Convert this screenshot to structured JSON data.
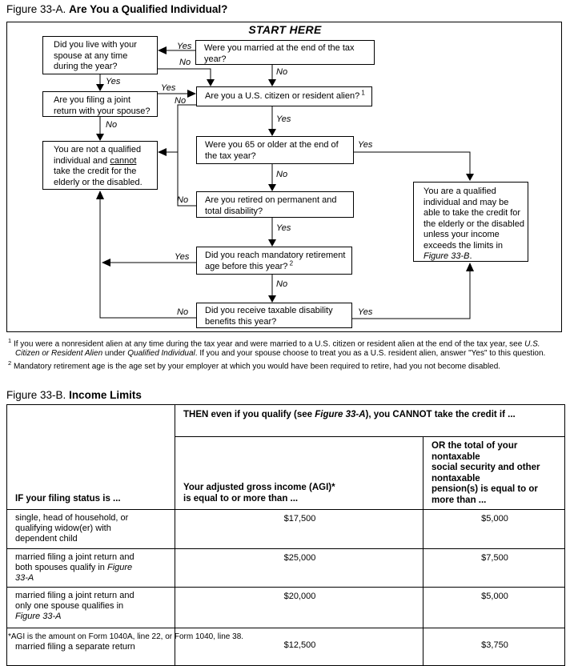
{
  "figure_a": {
    "label": "Figure 33-A.",
    "title": "Are You a Qualified Individual?",
    "start_here": "START HERE",
    "yes": "Yes",
    "no": "No",
    "nodes": {
      "live_with_spouse": "Did you live with your spouse at any time during the year?",
      "married": "Were you married at the end of the tax year?",
      "joint_return": "Are you filing a joint return with your spouse?",
      "citizen": "Are you a U.S. citizen or resident alien?",
      "citizen_footnote_ref": "1",
      "not_qualified_pre": "You are not a qualified individual and ",
      "not_qualified_underlined": "cannot",
      "not_qualified_post": " take the credit for the elderly or the disabled.",
      "age_65": "Were you 65 or older at the end of the tax year?",
      "retired_disability": "Are you retired on permanent and total disability?",
      "qualified_pre": "You are a qualified individual and may be able to take the credit for the elderly or the disabled unless your income exceeds the limits in ",
      "qualified_italic": "Figure 33-B",
      "qualified_post": ".",
      "mandatory_retirement": "Did you reach mandatory retirement age before this year?",
      "mandatory_footnote_ref": "2",
      "taxable_benefits": "Did you receive taxable disability benefits this year?"
    },
    "footnote_1": {
      "marker": "1",
      "p1": "If you were a nonresident alien at any time during the tax year and were married to a U.S. citizen or resident alien at the end of the tax year, see ",
      "i1": "U.S. Citizen or Resident Alien",
      "p2": " under ",
      "i2": "Qualified Individual",
      "p3": ". If you and your spouse choose to treat you as a U.S. resident alien, answer \"Yes\" to this question."
    },
    "footnote_2": {
      "marker": "2",
      "text": "Mandatory retirement age is the age set by your employer at which you would have been required to retire, had you not become disabled."
    }
  },
  "figure_b": {
    "label": "Figure 33-B.",
    "title": "Income Limits",
    "header": {
      "filing": "IF your filing status is ...",
      "then_pre": "THEN even if you qualify (see ",
      "then_italic": "Figure 33-A",
      "then_post": "), you CANNOT take the credit if ...",
      "agi": "Your adjusted gross income (AGI)*\nis equal to or more than ...",
      "pension": "OR the total of your nontaxable\nsocial security and other nontaxable\npension(s) is equal to or more than ..."
    },
    "rows": [
      {
        "status": "single, head of household, or qualifying widow(er) with dependent child",
        "status_italic": "",
        "agi": "$17,500",
        "pension": "$5,000"
      },
      {
        "status": "married filing a joint return and both spouses qualify in ",
        "status_italic": "Figure 33-A",
        "agi": "$25,000",
        "pension": "$7,500"
      },
      {
        "status": "married filing a joint return and only one spouse qualifies in ",
        "status_italic": "Figure 33-A",
        "agi": "$20,000",
        "pension": "$5,000"
      },
      {
        "status": "married filing a separate return",
        "status_italic": "",
        "agi": "$12,500",
        "pension": "$3,750"
      }
    ],
    "footnote": "*AGI is the amount on Form 1040A, line 22, or Form 1040, line 38."
  }
}
